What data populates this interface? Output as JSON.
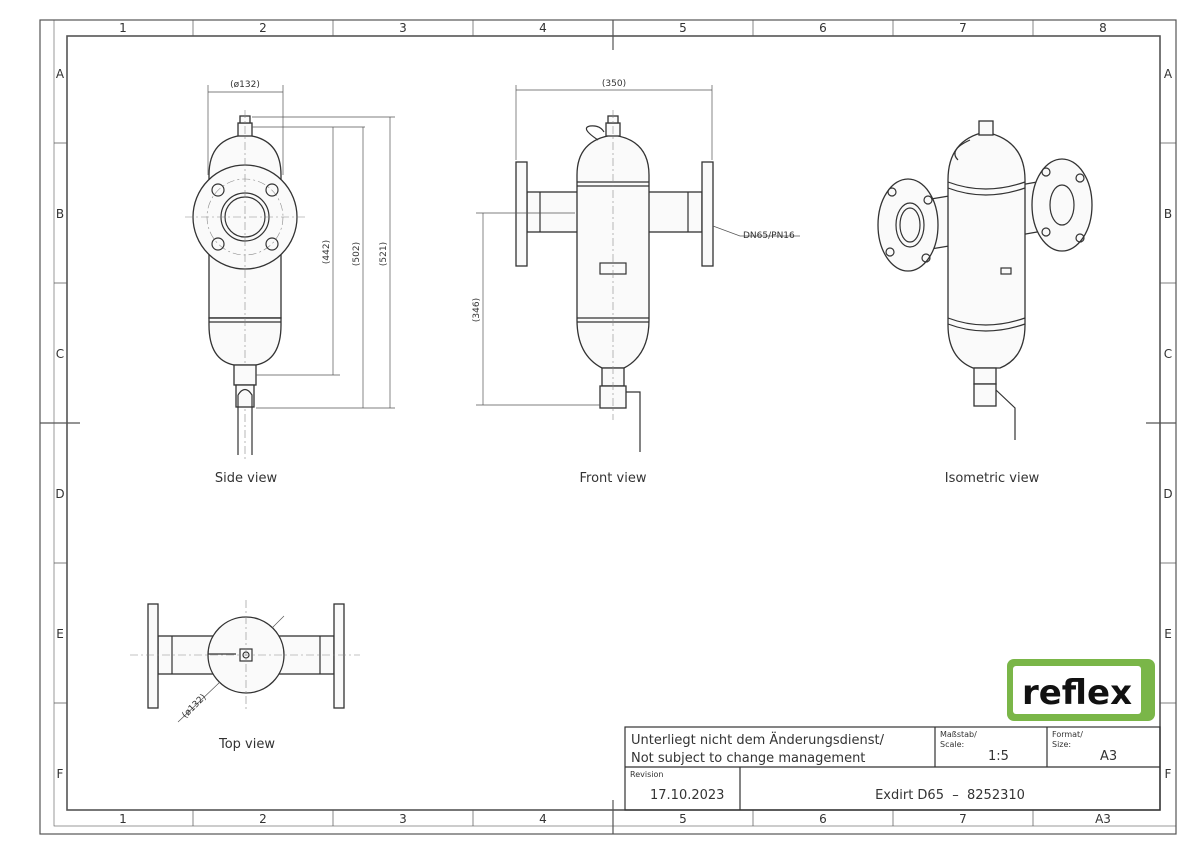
{
  "grid": {
    "columns_top": [
      "1",
      "2",
      "3",
      "4",
      "5",
      "6",
      "7",
      "8"
    ],
    "columns_bottom": [
      "1",
      "2",
      "3",
      "4",
      "5",
      "6",
      "7",
      "A3"
    ],
    "rows": [
      "A",
      "B",
      "C",
      "D",
      "E",
      "F"
    ]
  },
  "views": {
    "side": {
      "label": "Side view",
      "dimensions": {
        "width": "(ø132)",
        "h1": "(442)",
        "h2": "(502)",
        "h3": "(521)"
      }
    },
    "front": {
      "label": "Front view",
      "dimensions": {
        "width": "(350)",
        "height": "(346)"
      },
      "flange_note": "DN65/PN16"
    },
    "isometric": {
      "label": "Isometric view"
    },
    "top": {
      "label": "Top view",
      "dimensions": {
        "diameter": "(ø132)"
      }
    }
  },
  "logo": {
    "text": "reflex",
    "color": "#7ab648"
  },
  "title_block": {
    "note_line1": "Unterliegt nicht dem Änderungsdienst/",
    "note_line2": "Not subject to change management",
    "scale_label_de": "Maßstab/",
    "scale_label_en": "Scale:",
    "scale_value": "1:5",
    "format_label_de": "Format/",
    "format_label_en": "Size:",
    "format_value": "A3",
    "revision_label": "Revision",
    "revision_value": "17.10.2023",
    "title": "Exdirt D65  –  8252310"
  }
}
